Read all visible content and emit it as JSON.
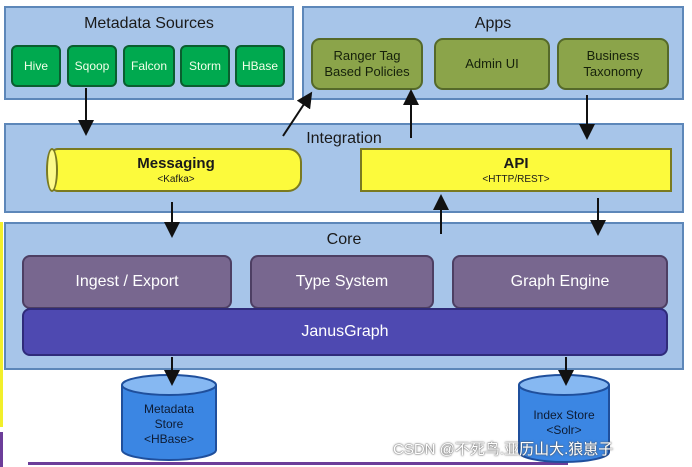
{
  "metadata_sources": {
    "title": "Metadata Sources",
    "items": [
      "Hive",
      "Sqoop",
      "Falcon",
      "Storm",
      "HBase"
    ]
  },
  "apps": {
    "title": "Apps",
    "ranger_line1": "Ranger Tag",
    "ranger_line2": "Based Policies",
    "admin_ui": "Admin UI",
    "business_line1": "Business",
    "business_line2": "Taxonomy"
  },
  "integration": {
    "title": "Integration",
    "messaging": "Messaging",
    "messaging_sub": "<Kafka>",
    "api": "API",
    "api_sub": "<HTTP/REST>"
  },
  "core": {
    "title": "Core",
    "ingest": "Ingest / Export",
    "type_system": "Type System",
    "graph_engine": "Graph Engine",
    "janusgraph": "JanusGraph"
  },
  "stores": {
    "metadata_line1": "Metadata",
    "metadata_line2": "Store",
    "metadata_line3": "<HBase>",
    "index_line1": "Index Store",
    "index_line2": "<Solr>"
  },
  "watermark": "CSDN @不死鸟.亚历山大.狼崽子",
  "colors": {
    "panel": "#a7c5e9",
    "source_green": "#00a94f",
    "app_olive": "#8ba44a",
    "yellow": "#fcfa3c",
    "core_purple": "#78678f",
    "janus_blue": "#4e49b1",
    "store_blue": "#3b86e3"
  }
}
